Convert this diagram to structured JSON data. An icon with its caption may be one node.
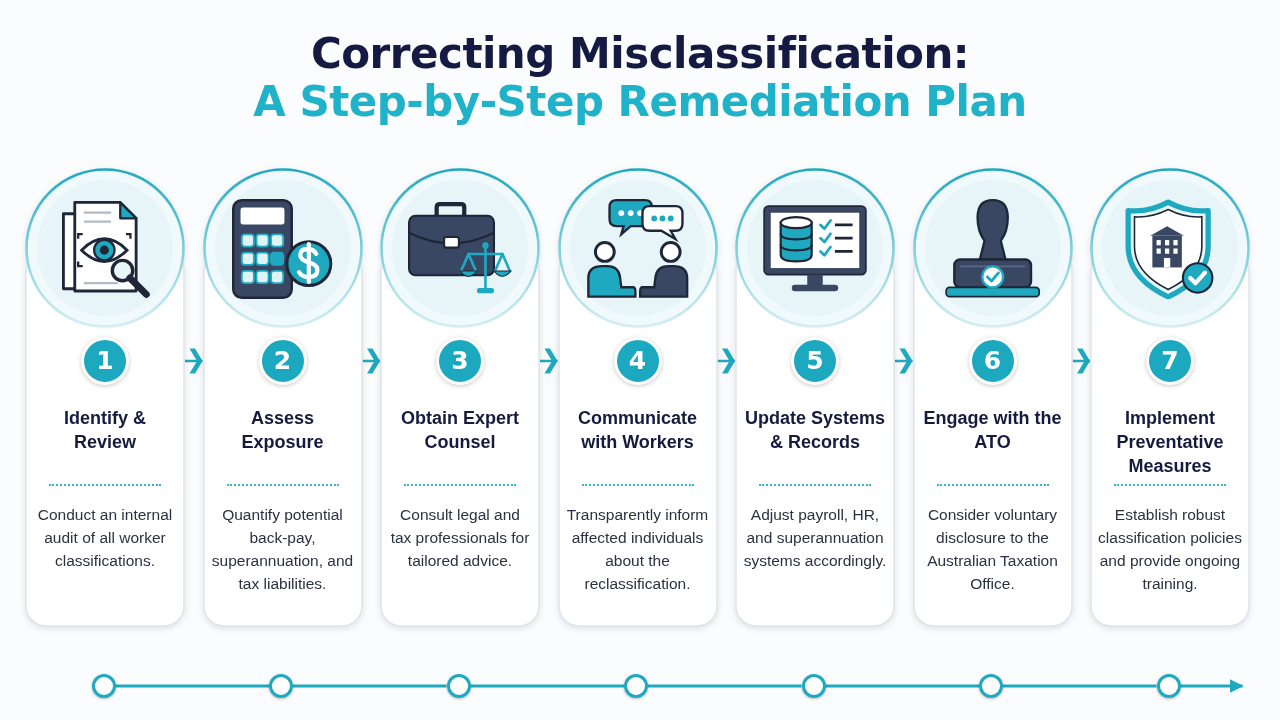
{
  "diagram": {
    "title": "Correcting Misclassification: A Step-by-Step Remediation Plan",
    "nodes": [
      {
        "text": [
          "1",
          "Identify & Review",
          "Conduct an internal audit of all worker classifications."
        ]
      },
      {
        "text": [
          "2",
          "Assess Exposure",
          "Quantify potential back-pay, superannuation, and tax liabilities."
        ]
      },
      {
        "text": [
          "3",
          "Obtain Expert Counsel",
          "Consult legal and tax professionals for tailored advice."
        ]
      },
      {
        "text": [
          "4",
          "Communicate with Workers",
          "Transparently inform affected individuals about the reclassification."
        ]
      },
      {
        "text": [
          "5",
          "Update Systems & Records",
          "Adjust payroll, HR, and superannuation systems accordingly."
        ]
      },
      {
        "text": [
          "6",
          "Engage with the ATO",
          "Consider voluntary disclosure to the Australian Taxation Office."
        ]
      },
      {
        "text": [
          "7",
          "Implement Preventative Measures",
          "Establish robust classification policies and provide ongoing training."
        ]
      },
      {
        "text": [],
        "shape": "circle"
      },
      {
        "text": [],
        "shape": "circle"
      },
      {
        "text": [],
        "shape": "circle"
      },
      {
        "text": [],
        "shape": "circle"
      },
      {
        "text": [],
        "shape": "circle"
      },
      {
        "text": [],
        "shape": "circle"
      },
      {
        "text": [],
        "shape": "circle"
      }
    ],
    "edges": [
      {
        "from": 0,
        "to": 1,
        "arrow": "to"
      },
      {
        "from": 1,
        "to": 2,
        "arrow": "to"
      },
      {
        "from": 2,
        "to": 3,
        "arrow": "to"
      },
      {
        "from": 3,
        "to": 4,
        "arrow": "to"
      },
      {
        "from": 4,
        "to": 5,
        "arrow": "to"
      },
      {
        "from": 5,
        "to": 6,
        "arrow": "to"
      },
      {
        "from": 7,
        "to": 8,
        "arrow": "none"
      },
      {
        "from": 8,
        "to": 9,
        "arrow": "none"
      },
      {
        "from": 9,
        "to": 10,
        "arrow": "none"
      },
      {
        "from": 10,
        "to": 11,
        "arrow": "none"
      },
      {
        "from": 11,
        "to": 12,
        "arrow": "none"
      },
      {
        "from": 12,
        "to": 13,
        "arrow": "none"
      },
      {
        "from": 13,
        "to": null,
        "arrow": "to"
      }
    ]
  }
}
